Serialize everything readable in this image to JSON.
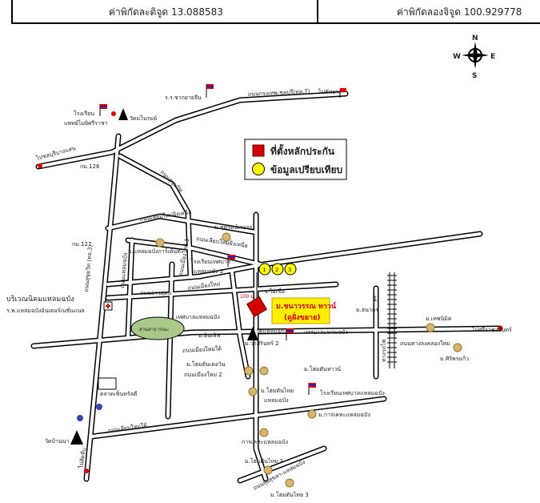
{
  "header": {
    "latitude_label": "ค่าพิกัดละติจูด 13.088583",
    "longitude_label": "ค่าพิกัดลองจิจูด 100.929778"
  },
  "compass": {
    "n": "N",
    "s": "S",
    "e": "E",
    "w": "W"
  },
  "legend": {
    "collateral_label": "ที่ตั้งหลักประกัน",
    "comparison_label": "ข้อมูลเปรียบเทียบ",
    "collateral_color": "#d40000",
    "comparison_color": "#ffff00"
  },
  "project": {
    "name": "ม.ชนาวรรณ ทาวน์",
    "sub": "(ดูฝั่งขยาย)",
    "distance": "100 ม."
  },
  "comparison_points": [
    "1",
    "2",
    "3"
  ],
  "labels": {
    "school_top": "ร.ร.ชากยายจีน",
    "road_top": "ถนนกรุงเทพ-ชลบุรี(ทล.7)",
    "to_pattaya": "ไปพัทยา",
    "hospital_top": "โรงเรียน",
    "police_top": "แพทย์ไมยิศรีราชา",
    "temple_top": "วัดมโนรมย์",
    "to_chonburi": "ไปชลบุรีบางแสน",
    "km126": "กม.126",
    "km127": "กม.127",
    "road_diag": "ถนนสุขุมวิท",
    "road_new_north": "ถนนเลียบใหม่ฝั่งเหนือ",
    "road_new_north2": "ถนนเลียบใหม่ฝั่งเหนือ",
    "vill_chutirat": "ม.ชุติรัตน์เวอรอ",
    "vill_laem": "ม.แหลมฉบังการ์เด้นท์",
    "school_laem2": "โรงเรียนเทศบาล",
    "school_laem2b": "แหลมฉบัง 2",
    "sukhumvit": "ถนนสุขุมวิท (ทล.3)",
    "road_laem": "ถนนแหลมฉบัง",
    "road_ao": "ถนนอ่าวอุดม",
    "road_moei": "ถนนเมืองใหม่",
    "road_moei1": "ถนนเมืองใหม่ 1",
    "road_moei2": "ถนนเมืองใหม่ 2",
    "soi_paisue": "ซ.ไผ่เขื่อ",
    "area_nikhom": "บริเวณนิคมแหลมฉบัง",
    "hosp_laem": "ร.พ.แหลมฉบังอินเตอร์เนชั่นแนล",
    "park": "สวนสาธารณะ",
    "municipal": "เทศบาลแหลมฉบัง",
    "vill_inlove": "ม.อินเลิฟ",
    "temple_laem": "วัดแหลมฉบัง",
    "vill_sirin": "ม.วาสิรินทร์ 2",
    "police_laem": "เทศบาลแหลมฉบัง",
    "road_new_south": "ถนนเมืองใหม่ใต้",
    "vill_home1": "ม.โฮมตันเดอวิน",
    "vill_home2": "ม.โฮมตันไทย",
    "vill_home2b": "แหลมฉบัง",
    "vill_hometown": "ม.โฮมตันทาวน์",
    "school_muni": "โรงเรียนเทศบาลแหลมฉบัง",
    "vill_karn": "ม.การเคหะแหลมฉบัง",
    "housing": "การเคหะแหลมฉบัง",
    "vill_home3": "ม.โฮมตันไทย 2",
    "vill_home4": "ม.โฮมตันไทย 3",
    "road_south": "ถนนทุ่งสุขลา-แหลมฉบัง",
    "market": "ตลาดเซ็นทรัลดี",
    "road_south_new": "ถนนเลียบใหม่ใต้",
    "temple_bannar": "วัดบ้านนา",
    "to_sattahip": "ไปสัตหีบ",
    "num1": "1",
    "vill_thanakorn": "ม.ธนากร",
    "vill_theppanimit": "ม.เทพนิมิต",
    "vill_siriphan": "ม.ศิริพรแก้ว",
    "road_east": "ถนนทางลงคลองใหม่",
    "to_sriracha": "ไปศรีราชาจันทร์",
    "railway": "ทางรถไฟ"
  }
}
